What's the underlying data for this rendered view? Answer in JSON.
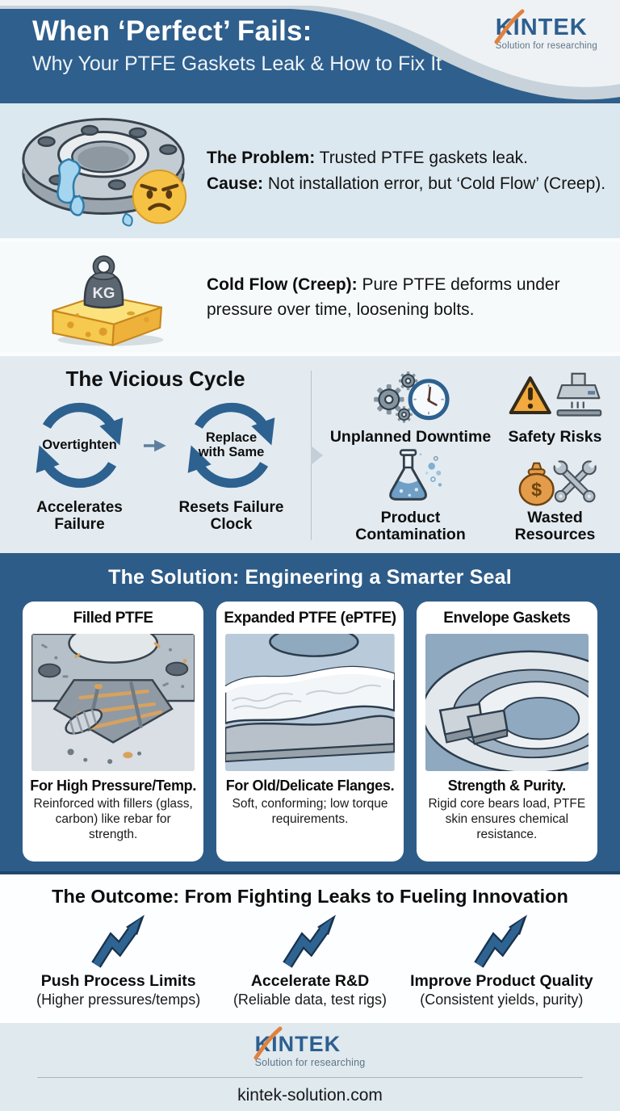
{
  "brand": {
    "name": "KINTEK",
    "tagline": "Solution for researching"
  },
  "header": {
    "title": "When ‘Perfect’ Fails:",
    "subtitle": "Why Your PTFE Gaskets Leak & How to Fix It"
  },
  "problem": {
    "label1": "The Problem:",
    "text1": " Trusted PTFE gaskets leak.",
    "label2": "Cause:",
    "text2": " Not installation error, but ‘Cold Flow’ (Creep)."
  },
  "coldflow": {
    "label": "Cold Flow (Creep):",
    "text": " Pure PTFE deforms under pressure over time, loosening bolts.",
    "weight_text": "KG"
  },
  "cycle": {
    "title": "The Vicious Cycle",
    "loops": [
      {
        "center": "Overtighten",
        "caption": "Accelerates Failure"
      },
      {
        "center": "Replace with Same",
        "caption": "Resets Failure Clock"
      }
    ],
    "consequences": [
      {
        "label": "Unplanned Downtime",
        "icon": "gears-clock-icon"
      },
      {
        "label": "Safety Risks",
        "icon": "warning-fume-hood-icon"
      },
      {
        "label": "Product Contamination",
        "icon": "flask-icon"
      },
      {
        "label": "Wasted Resources",
        "icon": "money-bag-wrenches-icon"
      }
    ],
    "dollar_sign": "$"
  },
  "solution": {
    "title": "The Solution: Engineering a Smarter Seal",
    "cards": [
      {
        "title": "Filled PTFE",
        "lead": "For High Pressure/Temp.",
        "text": "Reinforced with fillers (glass, carbon) like rebar for strength."
      },
      {
        "title": "Expanded PTFE (ePTFE)",
        "lead": "For Old/Delicate Flanges.",
        "text": "Soft, conforming; low torque requirements."
      },
      {
        "title": "Envelope Gaskets",
        "lead": "Strength & Purity.",
        "text": "Rigid core bears load, PTFE skin ensures chemical resistance."
      }
    ]
  },
  "outcome": {
    "title": "The Outcome: From Fighting Leaks to Fueling Innovation",
    "items": [
      {
        "label": "Push Process Limits",
        "detail": "(Higher pressures/temps)"
      },
      {
        "label": "Accelerate R&D",
        "detail": "(Reliable data, test rigs)"
      },
      {
        "label": "Improve Product Quality",
        "detail": "(Consistent yields, purity)"
      }
    ]
  },
  "footer": {
    "website": "kintek-solution.com"
  },
  "colors": {
    "header_blue": "#2e5f8d",
    "solution_blue": "#2e5c88",
    "arrow_blue": "#2d618f",
    "section_light": "#dce8ef",
    "section_lighter": "#f6fafb",
    "cycle_bg": "#e3ebf1",
    "orange": "#eda83f",
    "logo_orange": "#e0813f",
    "logo_blue": "#2d5f8f"
  }
}
